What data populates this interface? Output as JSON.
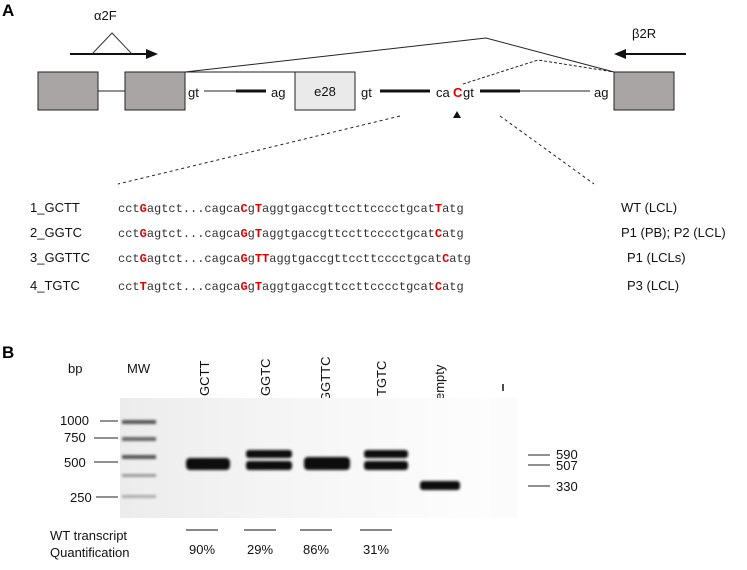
{
  "panelA": {
    "label": "A",
    "primer_forward": "α2F",
    "primer_reverse": "β2R",
    "exon_label": "e28",
    "site_gt1": "gt",
    "site_ag1": "ag",
    "site_gt2": "gt",
    "site_ca": "ca",
    "site_C": "C",
    "site_gt3": "gt",
    "site_ag2": "ag",
    "rows": [
      {
        "id": "1_GCTT",
        "p1": "cct",
        "m1": "G",
        "p2": "agtct...cagca",
        "m2": "C",
        "p3": "g",
        "m3": "T",
        "p4": "aggtgaccgttccttcccctgcat",
        "m4": "T",
        "p5": "atg",
        "sample": "WT (LCL)"
      },
      {
        "id": "2_GGTC",
        "p1": "cct",
        "m1": "G",
        "p2": "agtct...cagca",
        "m2": "G",
        "p3": "g",
        "m3": "T",
        "p4": "aggtgaccgttccttcccctgcat",
        "m4": "C",
        "p5": "atg",
        "sample": "P1 (PB); P2 (LCL)"
      },
      {
        "id": "3_GGTTC",
        "p1": "cct",
        "m1": "G",
        "p2": "agtct...cagca",
        "m2": "G",
        "p3": "g",
        "m3": "TT",
        "p4": "aggtgaccgttccttcccctgcat",
        "m4": "C",
        "p5": "atg",
        "sample": "P1 (LCLs)"
      },
      {
        "id": "4_TGTC",
        "p1": "cct",
        "m1": "T",
        "p2": "agtct...cagca",
        "m2": "G",
        "p3": "g",
        "m3": "T",
        "p4": "aggtgaccgttccttcccctgcat",
        "m4": "C",
        "p5": "atg",
        "sample": "P3 (LCL)"
      }
    ]
  },
  "panelB": {
    "label": "B",
    "bp_label": "bp",
    "mw_label": "MW",
    "ladder": [
      "1000",
      "750",
      "500",
      "250"
    ],
    "lanes": [
      "GCTT",
      "GGTC",
      "GGTTC",
      "TGTC",
      "empty"
    ],
    "sizes": [
      "590",
      "507",
      "330"
    ],
    "quant_label_1": "WT transcript",
    "quant_label_2": "Quantification",
    "quant_values": [
      "90%",
      "29%",
      "86%",
      "31%"
    ]
  }
}
